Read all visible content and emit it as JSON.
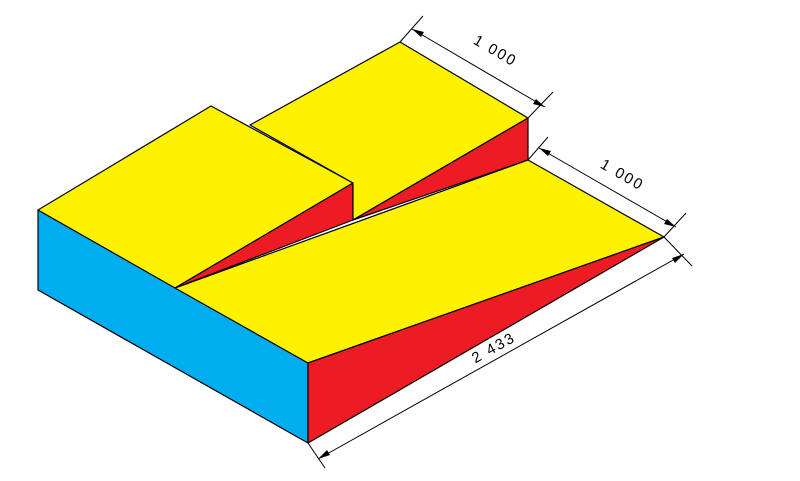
{
  "colors": {
    "top": "#FFF200",
    "front": "#00AEEF",
    "side": "#ED1C24",
    "outline": "#000000",
    "background": "#FFFFFF"
  },
  "dimensions": {
    "top_width": "1 000",
    "mid_width": "1 000",
    "length": "2 433"
  }
}
